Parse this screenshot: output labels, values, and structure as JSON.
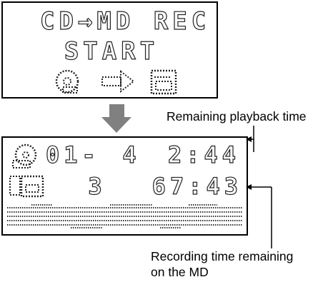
{
  "display_before": {
    "line1": "CD→MD REC",
    "line2": "START",
    "icons": [
      "cd-disc-icon",
      "arrow-right-icon",
      "md-disc-icon"
    ]
  },
  "display_after": {
    "track_prefix": "01-",
    "track_number": "4",
    "playback_time": "2:44",
    "disc_track": "3",
    "md_time": "67:43",
    "icons": [
      "cd-disc-icon",
      "md-disc-icon",
      "level-meter-icon"
    ]
  },
  "labels": {
    "remaining_playback": "Remaining playback time",
    "recording_remaining_line1": "Recording time remaining",
    "recording_remaining_line2": "on the MD"
  }
}
